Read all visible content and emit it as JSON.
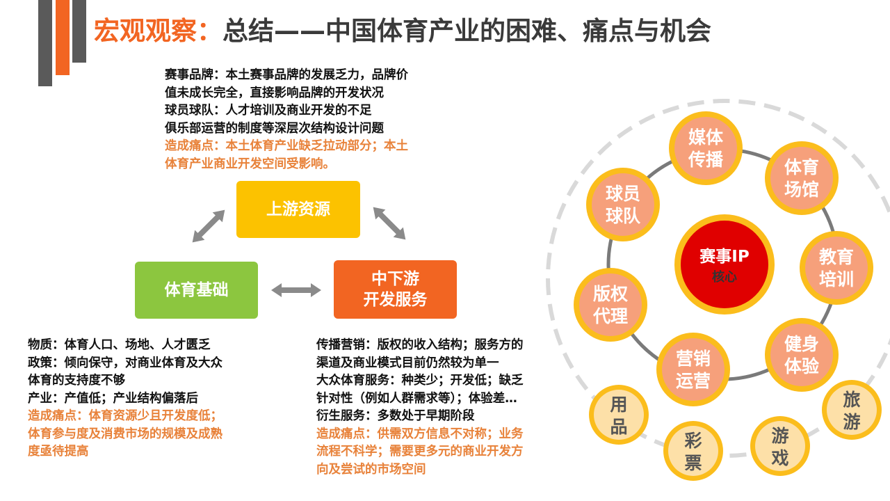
{
  "title": {
    "highlight": "宏观观察：",
    "rest": "总结——中国体育产业的困难、痛点与机会"
  },
  "colors": {
    "orange": "#f26522",
    "yellow": "#fcc200",
    "green": "#8cc63f",
    "grey": "#5a5a5a",
    "pain": "#e8823a",
    "core": "#e00000",
    "node_ring": "#fbbd1c",
    "node_fill": "#f6a07b",
    "light_node_fill": "#fde0a8"
  },
  "upstream_text": {
    "lines": [
      "赛事品牌：本土赛事品牌的发展乏力，品牌价",
      "值未成长完全，直接影响品牌的开发状况",
      "球员球队：人才培训及商业开发的不足",
      "俱乐部运营的制度等深层次结构设计问题"
    ],
    "pain_lines": [
      "造成痛点：本土体育产业缺乏拉动部分；本土",
      "体育产业商业开发空间受影响。"
    ]
  },
  "foundation_text": {
    "lines": [
      "物质：体育人口、场地、人才匮乏",
      "政策：倾向保守，对商业体育及大众",
      "体育的支持度不够",
      "产业：产值低；产业结构偏落后"
    ],
    "pain_lines": [
      "造成痛点：体育资源少且开发度低；",
      "体育参与度及消费市场的规模及成熟",
      "度亟待提高"
    ]
  },
  "downstream_text": {
    "lines": [
      "传播营销：版权的收入结构；服务方的",
      "渠道及商业模式目前仍然较为单一",
      "大众体育服务：种类少；开发低；缺乏",
      "针对性（例如人群需求等）；体验差…",
      "衍生服务：多数处于早期阶段"
    ],
    "pain_lines": [
      "造成痛点：供需双方信息不对称；业务",
      "流程不科学；需要更多元的商业开发方",
      "向及尝试的市场空间"
    ]
  },
  "boxes": {
    "upstream": "上游资源",
    "foundation": "体育基础",
    "downstream_line1": "中下游",
    "downstream_line2": "开发服务"
  },
  "ring": {
    "core_line1": "赛事IP",
    "core_line2": "核心",
    "nodes": [
      {
        "l1": "媒体",
        "l2": "传播"
      },
      {
        "l1": "体育",
        "l2": "场馆"
      },
      {
        "l1": "教育",
        "l2": "培训"
      },
      {
        "l1": "健身",
        "l2": "体验"
      },
      {
        "l1": "营销",
        "l2": "运营"
      },
      {
        "l1": "版权",
        "l2": "代理"
      },
      {
        "l1": "球员",
        "l2": "球队"
      }
    ],
    "outer_nodes": [
      {
        "l1": "用",
        "l2": "品"
      },
      {
        "l1": "彩",
        "l2": "票"
      },
      {
        "l1": "游",
        "l2": "戏"
      },
      {
        "l1": "旅",
        "l2": "游"
      }
    ]
  }
}
